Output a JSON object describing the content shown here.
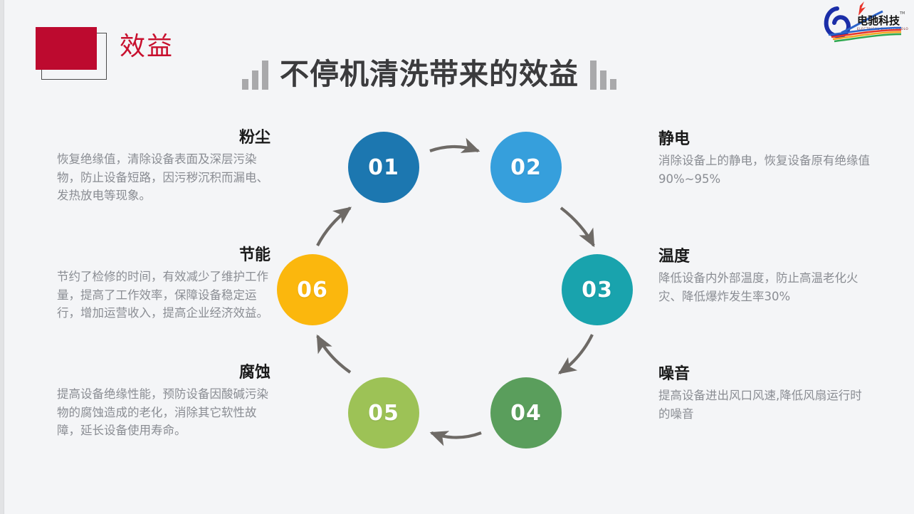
{
  "header": {
    "badge_label": "效益",
    "badge_color": "#bd0a2f",
    "title": "不停机清洗带来的效益",
    "title_color": "#3b3b3d",
    "decor_left": "bar-chart-ascending",
    "decor_right": "bar-chart-descending"
  },
  "logo": {
    "company_cn": "电驰科技",
    "company_en": "ELECTRICAL CHI TECHNOLOGY",
    "trademark": "TM"
  },
  "diagram": {
    "nodes": [
      {
        "number": "01",
        "color": "#1c77b0"
      },
      {
        "number": "02",
        "color": "#369fdc"
      },
      {
        "number": "03",
        "color": "#19a3ad"
      },
      {
        "number": "04",
        "color": "#5a9e5c"
      },
      {
        "number": "05",
        "color": "#9dc256"
      },
      {
        "number": "06",
        "color": "#fbb70d"
      }
    ],
    "arrow_color": "#6e6a66",
    "flow": "01 → 02 → 03 → 04 → 05 → 06 → 01"
  },
  "blocks": {
    "dust": {
      "title": "粉尘",
      "body": "恢复绝缘值，清除设备表面及深层污染物，防止设备短路，因污秽沉积而漏电、发热放电等现象。"
    },
    "energy": {
      "title": "节能",
      "body": "节约了检修的时间，有效减少了维护工作量，提高了工作效率，保障设备稳定运行，增加运营收入，提高企业经济效益。"
    },
    "corrosion": {
      "title": "腐蚀",
      "body": "提高设备绝缘性能，预防设备因酸碱污染物的腐蚀造成的老化，消除其它软性故障，延长设备使用寿命。"
    },
    "static": {
      "title": "静电",
      "body": "消除设备上的静电，恢复设备原有绝缘值90%~95%"
    },
    "temperature": {
      "title": "温度",
      "body": "降低设备内外部温度，防止高温老化火灾、降低爆炸发生率30%"
    },
    "noise": {
      "title": "噪音",
      "body": "提高设备进出风口风速,降低风扇运行时的噪音"
    }
  }
}
